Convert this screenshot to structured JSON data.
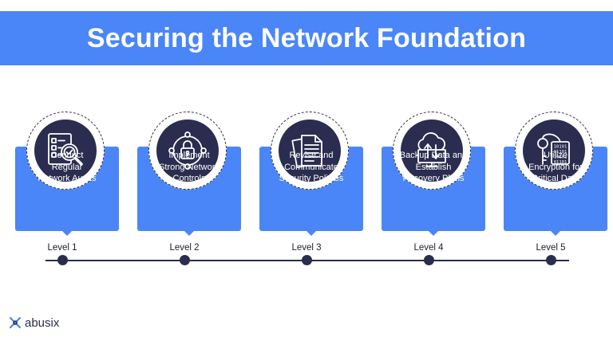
{
  "header": {
    "title": "Securing the Network Foundation"
  },
  "steps": [
    {
      "text": "Conduct\nRegular\nNetwork Audits",
      "level": "Level 1",
      "icon": "audit-checklist-magnifier-icon"
    },
    {
      "text": "Implement\nStrong Network\nControls",
      "level": "Level 2",
      "icon": "padlock-network-icon"
    },
    {
      "text": "Revise and\nCommunicate\nSecurity Policies",
      "level": "Level 3",
      "icon": "policy-documents-icon"
    },
    {
      "text": "Backup Data and\nEstablish\nRecovery Plans",
      "level": "Level 4",
      "icon": "cloud-backup-monitor-icon"
    },
    {
      "text": "Utilize\nEncryption for\nCritical Data",
      "level": "Level 5",
      "icon": "key-binary-encryption-icon"
    }
  ],
  "brand": {
    "name": "abusix"
  },
  "colors": {
    "accent": "#4a86f7",
    "dark": "#2a2d4f",
    "text": "#1d1d2b"
  }
}
